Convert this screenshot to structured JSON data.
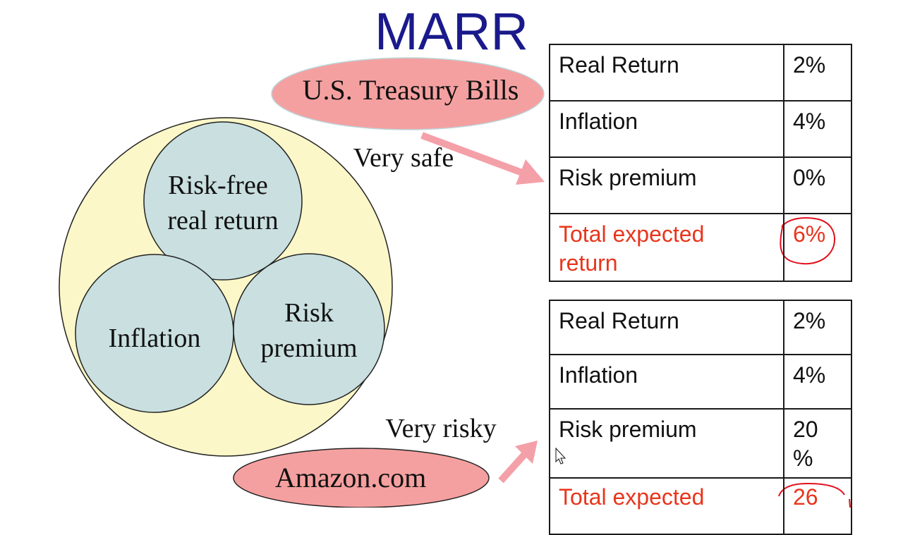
{
  "title": "MARR",
  "diagram": {
    "circle_risk_free": [
      "Risk-free",
      "real return"
    ],
    "circle_inflation": "Inflation",
    "circle_risk_premium": [
      "Risk",
      "premium"
    ],
    "ellipse_safe": "U.S. Treasury Bills",
    "ellipse_risky": "Amazon.com",
    "label_safe": "Very safe",
    "label_risky": "Very risky"
  },
  "table_safe": {
    "rows": [
      {
        "label": "Real Return",
        "value": "2%"
      },
      {
        "label": "Inflation",
        "value": "4%"
      },
      {
        "label": "Risk premium",
        "value": "0%"
      }
    ],
    "total": {
      "label_lines": [
        "Total expected",
        "return"
      ],
      "value": "6%"
    }
  },
  "table_risky": {
    "rows": [
      {
        "label": "Real Return",
        "value": "2%"
      },
      {
        "label": "Inflation",
        "value": "4%"
      },
      {
        "label": "Risk premium",
        "value_lines": [
          "20",
          "%"
        ]
      }
    ],
    "total": {
      "label_lines": [
        "Total expected"
      ],
      "value": "26"
    }
  },
  "colors": {
    "title": "#1a1a8c",
    "outer_circle_fill": "#fbf7c8",
    "inner_circle_fill": "#c9dfe0",
    "ellipse_fill": "#f5a0a0",
    "arrow": "#f4a0a8",
    "total_text": "#e8351c",
    "annotation": "#e0101c"
  }
}
